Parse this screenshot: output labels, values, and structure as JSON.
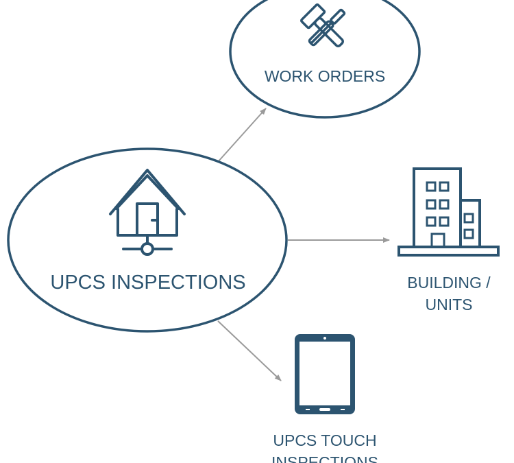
{
  "colors": {
    "primary": "#2c5470",
    "arrow": "#9a9a9a",
    "background": "#ffffff"
  },
  "nodes": {
    "center": {
      "label": "UPCS INSPECTIONS",
      "icon": "house-network-icon"
    },
    "work_orders": {
      "label": "WORK ORDERS",
      "icon": "hammer-screwdriver-icon"
    },
    "building_units": {
      "label_line1": "BUILDING /",
      "label_line2": "UNITS",
      "icon": "building-icon"
    },
    "touch_inspections": {
      "label_line1": "UPCS TOUCH",
      "label_line2": "INSPECTIONS",
      "icon": "tablet-icon"
    }
  }
}
